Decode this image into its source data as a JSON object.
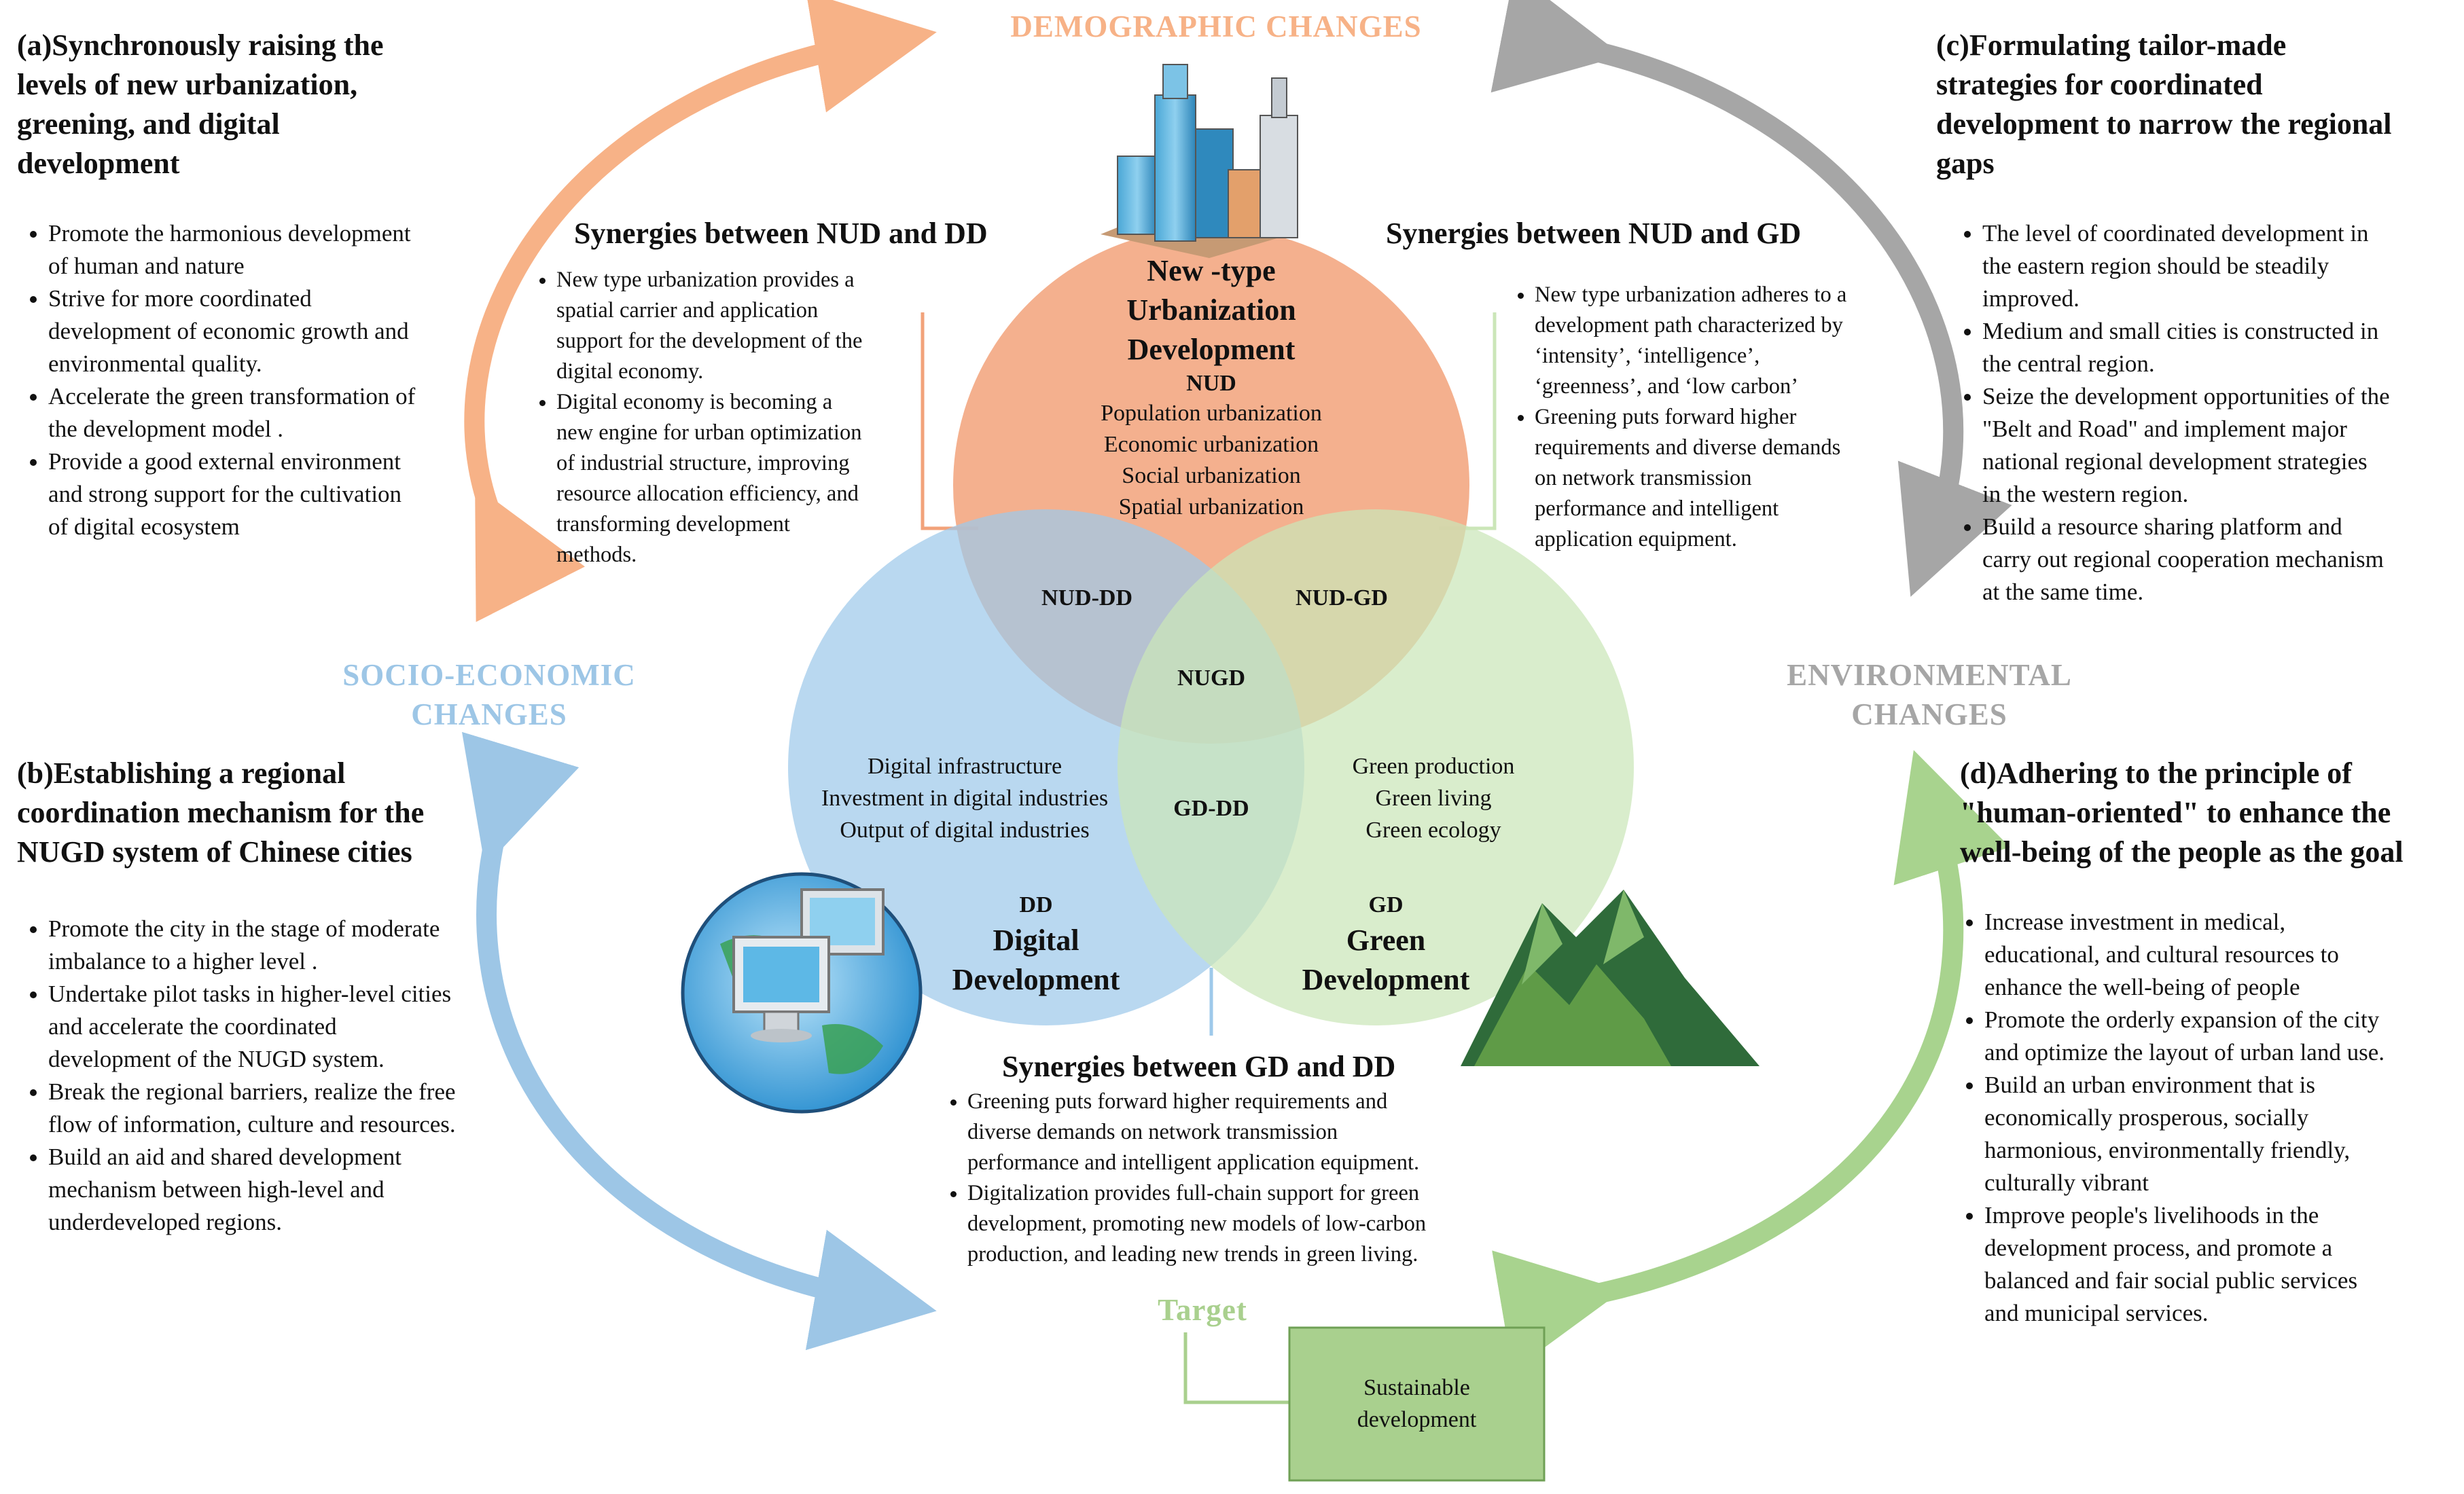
{
  "changes": {
    "demographic": "DEMOGRAPHIC CHANGES",
    "socioeconomic": [
      "SOCIO-ECONOMIC",
      "CHANGES"
    ],
    "environmental": [
      "ENVIRONMENTAL",
      "CHANGES"
    ],
    "target": "Target"
  },
  "colors": {
    "nud": "#f2a27a",
    "dd": "#9ec9ea",
    "gd": "#cbe6b8",
    "arrow_orange": "#f7b287",
    "arrow_gray": "#a6a6a6",
    "arrow_blue": "#9dc6e6",
    "arrow_green": "#a8d38e",
    "target_box": "#a9d08e"
  },
  "sections": {
    "a": {
      "title": [
        "(a)Synchronously raising the",
        "levels of new urbanization,",
        "greening, and digital",
        "development"
      ],
      "bullets": [
        [
          "Promote the harmonious development",
          "of human and nature"
        ],
        [
          "Strive for more coordinated",
          "development of economic growth and",
          "environmental quality."
        ],
        [
          "Accelerate the green transformation of",
          "the development model ."
        ],
        [
          "Provide a good external environment",
          "and strong support for the cultivation",
          "of  digital ecosystem"
        ]
      ]
    },
    "b": {
      "title": [
        "(b)Establishing a regional",
        "coordination mechanism for the",
        "NUGD system of Chinese cities"
      ],
      "bullets": [
        [
          "Promote the city in the stage of moderate",
          "imbalance to a higher level ."
        ],
        [
          "Undertake pilot tasks in higher-level cities",
          "and accelerate the coordinated",
          "development of the NUGD system."
        ],
        [
          "Break the regional barriers, realize the free",
          "flow of information, culture and resources."
        ],
        [
          "Build an aid and shared development",
          "mechanism between high-level  and",
          "underdeveloped regions."
        ]
      ]
    },
    "c": {
      "title": [
        "(c)Formulating tailor-made",
        "strategies for coordinated",
        "development to narrow the regional",
        "gaps"
      ],
      "bullets": [
        [
          "The level of coordinated development in",
          "the eastern region should be steadily",
          "improved."
        ],
        [
          "Medium and small cities is constructed in",
          "the central region."
        ],
        [
          "Seize the development opportunities of the",
          "\"Belt and Road\" and implement major",
          "national regional development strategies",
          "in the western region."
        ],
        [
          "Build a resource sharing platform and",
          "carry out regional cooperation mechanism",
          "at the same time."
        ]
      ]
    },
    "d": {
      "title": [
        "(d)Adhering to the principle of",
        "\"human-oriented\" to enhance the",
        "well-being of the people as the goal"
      ],
      "bullets": [
        [
          "Increase investment in medical,",
          "educational, and cultural resources to",
          "enhance the well-being of people"
        ],
        [
          "Promote the orderly expansion of the city",
          "and optimize the layout of urban land use."
        ],
        [
          "Build an urban environment that is",
          "economically prosperous, socially",
          "harmonious, environmentally friendly,",
          "culturally vibrant"
        ],
        [
          "Improve people's livelihoods in the",
          "development process, and promote a",
          "balanced and fair social public services",
          "and municipal services."
        ]
      ]
    }
  },
  "synergies": {
    "nud_dd": {
      "title": "Synergies between NUD and DD",
      "bullets": [
        [
          "New type  urbanization provides a",
          "spatial carrier and application",
          "support for the development of the",
          "digital economy."
        ],
        [
          "Digital economy is  becoming a",
          "new engine for urban optimization",
          "of industrial structure, improving",
          "resource allocation efficiency, and",
          "transforming development",
          "methods."
        ]
      ]
    },
    "nud_gd": {
      "title": "Synergies between NUD and GD",
      "bullets": [
        [
          "New type urbanization adheres to a",
          "development path characterized by",
          "‘intensity’, ‘intelligence’,",
          "‘greenness’, and ‘low carbon’"
        ],
        [
          "Greening puts forward higher",
          "requirements and diverse demands",
          "on network transmission",
          "performance and intelligent",
          "application equipment."
        ]
      ]
    },
    "gd_dd": {
      "title": "Synergies between GD and DD",
      "bullets": [
        [
          "Greening puts forward higher requirements and",
          "diverse demands on network transmission",
          "performance and intelligent application equipment."
        ],
        [
          "Digitalization provides full-chain support for green",
          "development, promoting new models of low-carbon",
          "production, and leading new trends in green living."
        ]
      ]
    }
  },
  "circles": {
    "nud": {
      "name": [
        "New -type",
        "Urbanization",
        "Development"
      ],
      "abbr": "NUD",
      "items": [
        "Population urbanization",
        "Economic urbanization",
        "Social urbanization",
        "Spatial urbanization"
      ]
    },
    "dd": {
      "abbr": "DD",
      "name": [
        "Digital",
        "Development"
      ],
      "items": [
        "Digital infrastructure",
        "Investment in digital industries",
        "Output of digital industries"
      ]
    },
    "gd": {
      "abbr": "GD",
      "name": [
        "Green",
        "Development"
      ],
      "items": [
        "Green production",
        "Green living",
        "Green ecology"
      ]
    },
    "overlaps": {
      "nud_dd": "NUD-DD",
      "nud_gd": "NUD-GD",
      "gd_dd": "GD-DD",
      "center": "NUGD"
    }
  },
  "target_box": [
    "Sustainable",
    "development"
  ]
}
